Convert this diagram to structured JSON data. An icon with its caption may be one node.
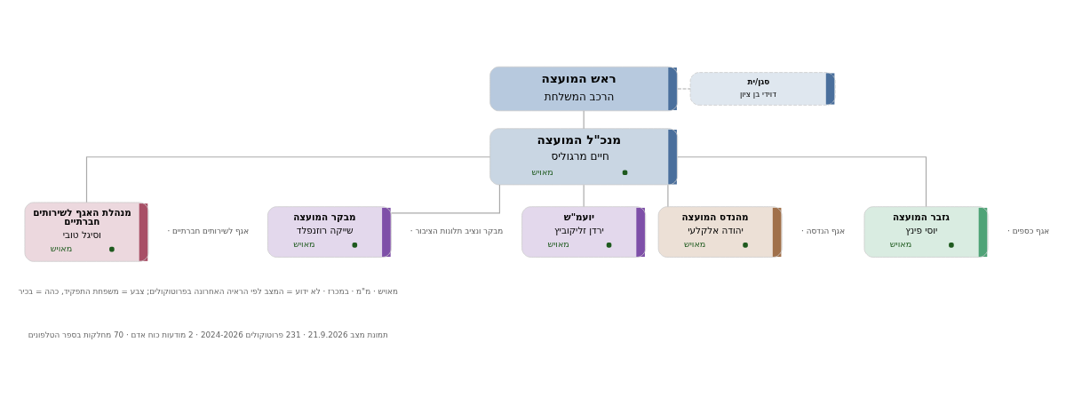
{
  "diagram": {
    "nodes": [
      {
        "text": [
          "ראש המועצה",
          "הרכב המשלחת"
        ]
      },
      {
        "text": [
          "סגן/ית",
          "דוידי בן ציון"
        ]
      },
      {
        "text": [
          "מנכ\"ל המועצה",
          "חיים מרגוליס",
          "מאויש"
        ]
      },
      {
        "text": [
          "גזבר המועצה",
          "יוסי פינץ",
          "מאויש"
        ],
        "beside": [
          "· אגף כספים"
        ]
      },
      {
        "text": [
          "מהנדס המועצה",
          "יהודה אלקלעי",
          "מאויש"
        ],
        "beside": [
          "· אגף הנדסה"
        ]
      },
      {
        "text": [
          "יועמ\"ש",
          "ירדן זליקוביץ",
          "מאויש"
        ]
      },
      {
        "text": [
          "מבקר המועצה",
          "שייקה רוזנפלד",
          "מאויש"
        ],
        "beside": [
          "· מבקר ונציב תלונות הציבור"
        ]
      },
      {
        "text": [
          "מנהלת האגף לשירותים חברתיים",
          "וסיגל טובי",
          "מאויש"
        ],
        "beside": [
          "· אגף לשירותים חברתיים"
        ]
      }
    ],
    "edges": [
      {
        "from": 0,
        "to": 1,
        "arrow": "none",
        "style": "dashed"
      },
      {
        "from": 0,
        "to": 2,
        "arrow": "none"
      },
      {
        "from": 2,
        "to": 3,
        "arrow": "none"
      },
      {
        "from": 2,
        "to": 4,
        "arrow": "none"
      },
      {
        "from": 2,
        "to": 5,
        "arrow": "none"
      },
      {
        "from": 2,
        "to": 6,
        "arrow": "none"
      },
      {
        "from": 2,
        "to": 7,
        "arrow": "none"
      }
    ],
    "labels": [
      "מאויש · מ\"מ · במכרז · לא ידוע = המצב לפי הראיה האחרונה בפרוטוקולים; צבע = משפחת התפקיד, כהה = בכיר",
      "תמונת מצב 21.9.2026 · 231 פרוטוקולים 2024-2026 · 2 מודעות כוח אדם · 70 מחלקות בספר הטלפונים"
    ]
  }
}
